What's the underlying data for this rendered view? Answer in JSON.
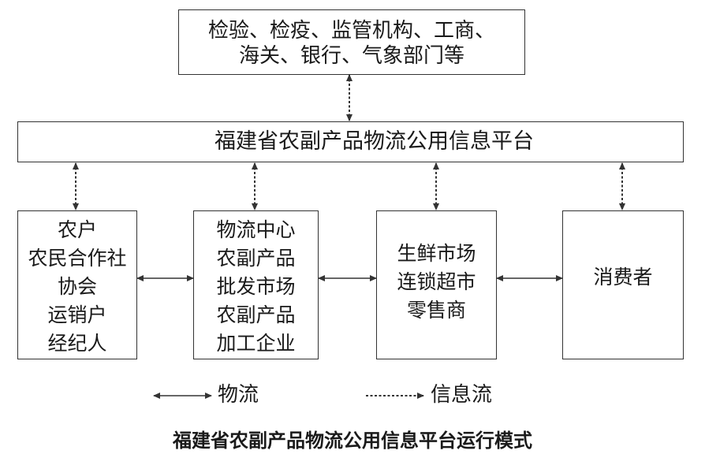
{
  "top_box": {
    "lines": [
      "检验、检疫、监管机构、工商、",
      "海关、银行、气象部门等"
    ]
  },
  "platform_box": {
    "label": "福建省农副产品物流公用信息平台"
  },
  "bottom_boxes": [
    {
      "lines": [
        "农户",
        "农民合作社",
        "协会",
        "运销户",
        "经纪人"
      ]
    },
    {
      "lines": [
        "物流中心",
        "农副产品",
        "批发市场",
        "农副产品",
        "加工企业"
      ]
    },
    {
      "lines": [
        "生鲜市场",
        "连锁超市",
        "零售商"
      ]
    },
    {
      "lines": [
        "消费者"
      ]
    }
  ],
  "legend": {
    "logistics_label": "物流",
    "info_label": "信息流"
  },
  "caption": "福建省农副产品物流公用信息平台运行模式",
  "colors": {
    "stroke": "#333333",
    "text": "#1a1a1a"
  }
}
